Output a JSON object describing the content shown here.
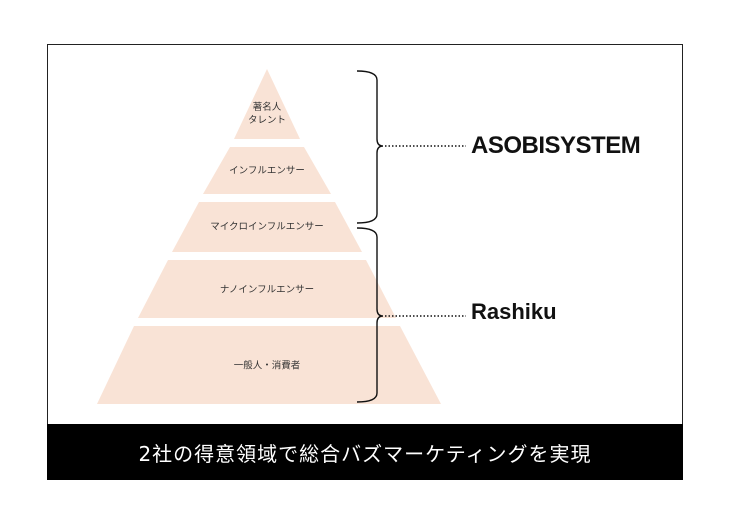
{
  "pyramid": {
    "fill_color": "#f9e3d6",
    "tiers": [
      {
        "label": "著名人\nタレント"
      },
      {
        "label": "インフルエンサー"
      },
      {
        "label": "マイクロインフルエンサー"
      },
      {
        "label": "ナノインフルエンサー"
      },
      {
        "label": "一般人・消費者"
      }
    ]
  },
  "brands": {
    "asobisystem": "ASOBISYSTEM",
    "rashiku": "Rashiku"
  },
  "banner": {
    "text": "2社の得意領域で総合バズマーケティングを実現",
    "background": "#000000",
    "color": "#ffffff"
  }
}
